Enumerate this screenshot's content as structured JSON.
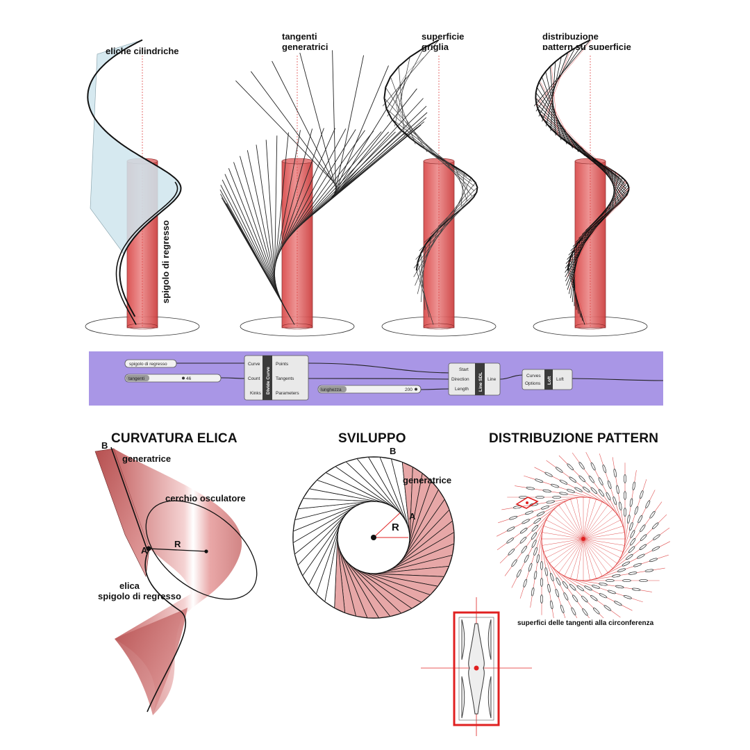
{
  "top_panels": {
    "p1_label": "eliche cilindriche",
    "p1_vertical_label": "spigolo di regresso",
    "p2_label_line1": "tangenti",
    "p2_label_line2": "generatrici",
    "p3_label_line1": "superficie",
    "p3_label_line2": "griglia",
    "p4_label_line1": "distribuzione",
    "p4_label_line2": "pattern su superficie"
  },
  "grasshopper": {
    "param_spigolo": "spigolo di regresso",
    "slider_tangenti_name": "tangenti",
    "slider_tangenti_value": "46",
    "slider_lunghezza_name": "lunghezza",
    "slider_lunghezza_value": "200",
    "divide_title": "Divide Curve",
    "divide_inputs": [
      "Curve",
      "Count",
      "Kinks"
    ],
    "divide_outputs": [
      "Points",
      "Tangents",
      "Parameters"
    ],
    "line_title": "Line SDL",
    "line_inputs": [
      "Start",
      "Direction",
      "Length"
    ],
    "line_output": "Line",
    "loft_title": "Loft",
    "loft_inputs": [
      "Curves",
      "Options"
    ],
    "loft_output": "Loft"
  },
  "bottom": {
    "curvatura_title": "CURVATURA ELICA",
    "curvatura_B": "B",
    "curvatura_generatrice": "generatrice",
    "curvatura_cerchio": "cerchio osculatore",
    "curvatura_A": "A",
    "curvatura_R": "R",
    "curvatura_elica_line1": "elica",
    "curvatura_elica_line2": "spigolo di regresso",
    "sviluppo_title": "SVILUPPO",
    "sviluppo_B": "B",
    "sviluppo_generatrice": "generatrice",
    "sviluppo_A": "A",
    "sviluppo_R": "R",
    "pattern_title": "DISTRIBUZIONE PATTERN",
    "pattern_caption": "superfici delle tangenti alla circonferenza"
  },
  "colors": {
    "cylinder": "#e05a5a",
    "surface_blue": "#cfe6ee",
    "pink_fill": "#e7a7a7",
    "grasshopper_bg": "#a996e6",
    "highlight_red": "#e02020"
  }
}
